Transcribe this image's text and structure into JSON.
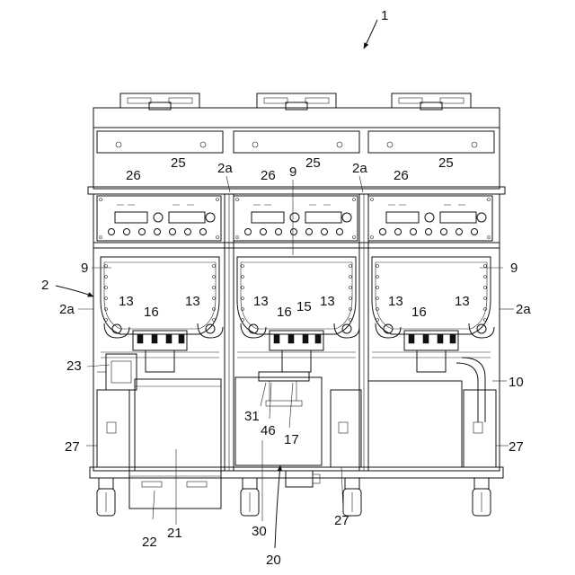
{
  "figure": {
    "labels": [
      {
        "id": "ref-1",
        "text": "1"
      },
      {
        "id": "ref-2",
        "text": "2"
      },
      {
        "id": "ref-2a-top-left",
        "text": "2a"
      },
      {
        "id": "ref-2a-top-right",
        "text": "2a"
      },
      {
        "id": "ref-2a-side-left",
        "text": "2a"
      },
      {
        "id": "ref-2a-side-right",
        "text": "2a"
      },
      {
        "id": "ref-9-left",
        "text": "9"
      },
      {
        "id": "ref-9-middle",
        "text": "9"
      },
      {
        "id": "ref-9-right",
        "text": "9"
      },
      {
        "id": "ref-10",
        "text": "10"
      },
      {
        "id": "ref-13-a",
        "text": "13"
      },
      {
        "id": "ref-13-b",
        "text": "13"
      },
      {
        "id": "ref-13-c",
        "text": "13"
      },
      {
        "id": "ref-13-d",
        "text": "13"
      },
      {
        "id": "ref-13-e",
        "text": "13"
      },
      {
        "id": "ref-13-f",
        "text": "13"
      },
      {
        "id": "ref-15",
        "text": "15"
      },
      {
        "id": "ref-16-left",
        "text": "16"
      },
      {
        "id": "ref-16-middle",
        "text": "16"
      },
      {
        "id": "ref-16-right",
        "text": "16"
      },
      {
        "id": "ref-17",
        "text": "17"
      },
      {
        "id": "ref-20",
        "text": "20"
      },
      {
        "id": "ref-21",
        "text": "21"
      },
      {
        "id": "ref-22",
        "text": "22"
      },
      {
        "id": "ref-23",
        "text": "23"
      },
      {
        "id": "ref-25-left",
        "text": "25"
      },
      {
        "id": "ref-25-middle",
        "text": "25"
      },
      {
        "id": "ref-25-right",
        "text": "25"
      },
      {
        "id": "ref-26-left",
        "text": "26"
      },
      {
        "id": "ref-26-middle",
        "text": "26"
      },
      {
        "id": "ref-26-right",
        "text": "26"
      },
      {
        "id": "ref-27-left",
        "text": "27"
      },
      {
        "id": "ref-27-middle",
        "text": "27"
      },
      {
        "id": "ref-27-right",
        "text": "27"
      },
      {
        "id": "ref-30",
        "text": "30"
      },
      {
        "id": "ref-31",
        "text": "31"
      },
      {
        "id": "ref-46",
        "text": "46"
      }
    ]
  }
}
